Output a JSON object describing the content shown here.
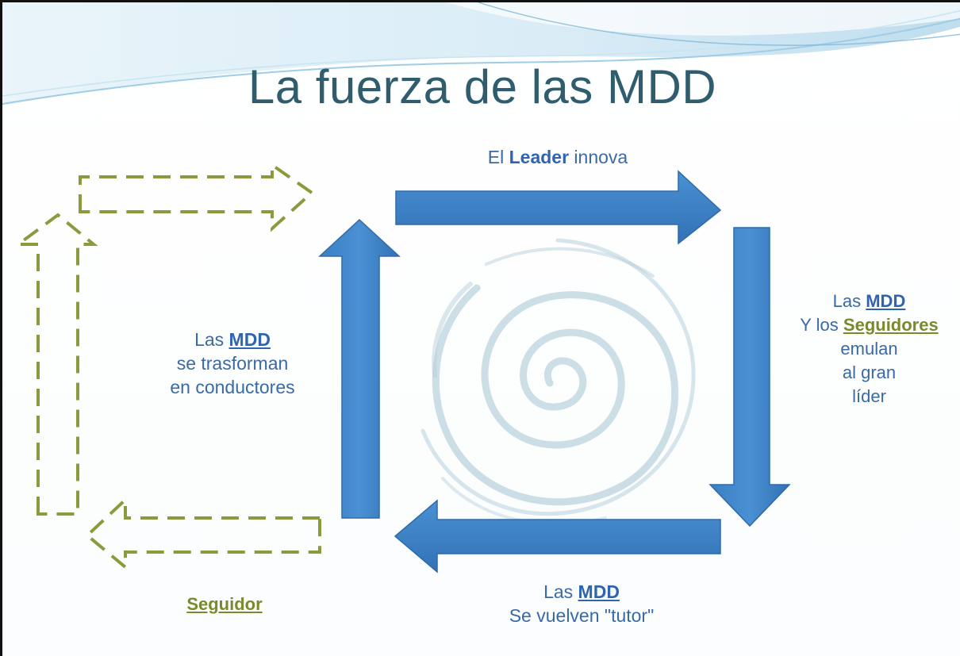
{
  "slide": {
    "title": "La fuerza de las MDD"
  },
  "labels": {
    "top": {
      "pre": "El ",
      "strong": "Leader",
      "post": " innova"
    },
    "right": {
      "line1_pre": "Las ",
      "line1_strong": "MDD",
      "line2_pre": "Y los ",
      "line2_strong": "Seguidores",
      "line3": "emulan",
      "line4": "al gran",
      "line5": "líder"
    },
    "bottom": {
      "line1_pre": "Las ",
      "line1_strong": "MDD",
      "line2": "Se vuelven \"tutor\""
    },
    "left": {
      "line1_pre": "Las ",
      "line1_strong": "MDD",
      "line2": "se trasforman",
      "line3": "en conductores"
    },
    "follower": "Seguidor"
  },
  "colors": {
    "arrow_blue": "#3f85c9",
    "dashed_green": "#8a9a3c",
    "title": "#2f5d6e"
  },
  "icons": {
    "center": "swirl-icon"
  }
}
